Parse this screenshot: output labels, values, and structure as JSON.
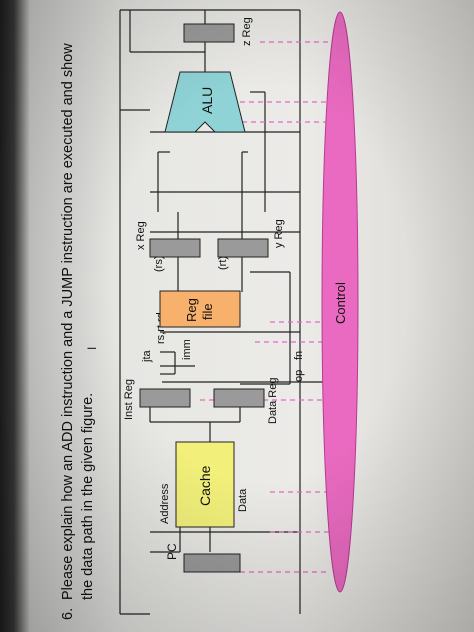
{
  "question": {
    "number": "6.",
    "line1": "Please explain how an ADD instruction and a JUMP instruction are executed and show",
    "line2": "the data path in the given figure."
  },
  "figure": {
    "labels": {
      "pc": "PC",
      "address": "Address",
      "data": "Data",
      "cache": "Cache",
      "inst_reg": "Inst Reg",
      "data_reg": "Data Reg",
      "jta": "jta",
      "rs_rt_rd": "rs,rt,rd",
      "imm": "imm",
      "op": "op",
      "fn": "fn",
      "rs": "(rs)",
      "rt": "(rt)",
      "reg_file_1": "Reg",
      "reg_file_2": "file",
      "x_reg": "x Reg",
      "y_reg": "y Reg",
      "alu": "ALU",
      "z_reg": "z Reg",
      "control": "Control"
    },
    "colors": {
      "cache": "#f2f07a",
      "reg_file": "#f7b16c",
      "alu": "#8fd3d6",
      "control": "#e96ac0",
      "register": "#9a9a9a",
      "dashed": "#e46ac4"
    }
  }
}
